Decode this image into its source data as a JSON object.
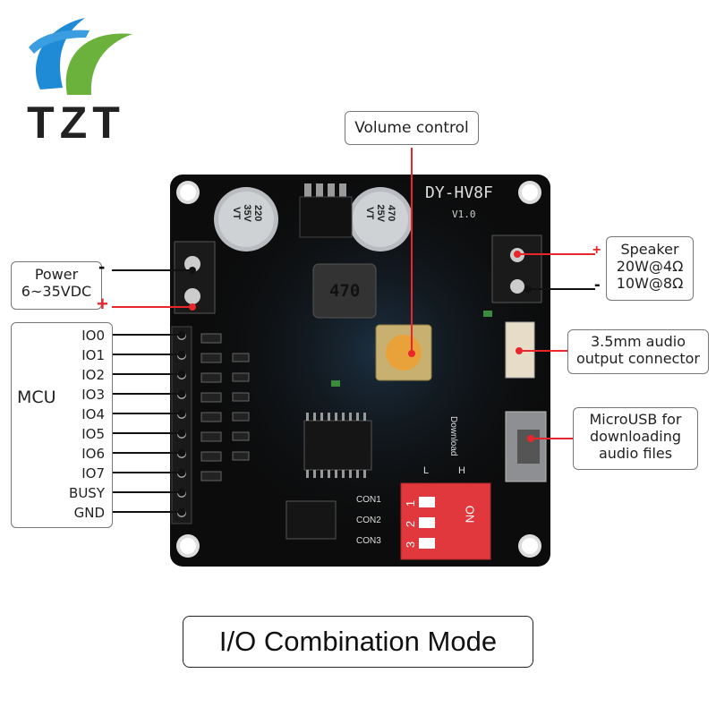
{
  "brand": {
    "name": "TZT"
  },
  "board": {
    "model": "DY-HV8F",
    "version": "V1.0",
    "inductor": "470",
    "cap1": [
      "220",
      "35V",
      "VT"
    ],
    "cap2": [
      "470",
      "25V",
      "VT"
    ],
    "download_label": "Download",
    "switch_labels": [
      "CON1",
      "CON2",
      "CON3"
    ],
    "switch_numbers": [
      "1",
      "2",
      "3"
    ],
    "switch_on": "ON",
    "l_label": "L",
    "h_label": "H"
  },
  "callouts": {
    "volume": "Volume control",
    "power_line1": "Power",
    "power_line2": "6~35VDC",
    "speaker_line1": "Speaker",
    "speaker_line2": "20W@4Ω",
    "speaker_line3": "10W@8Ω",
    "audio_line1": "3.5mm audio",
    "audio_line2": "output connector",
    "usb_line1": "MicroUSB for",
    "usb_line2": "downloading",
    "usb_line3": "audio files",
    "minus": "-",
    "plus": "+"
  },
  "mcu": {
    "label": "MCU",
    "pins": [
      "IO0",
      "IO1",
      "IO2",
      "IO3",
      "IO4",
      "IO5",
      "IO6",
      "IO7",
      "BUSY",
      "GND"
    ]
  },
  "caption": "I/O Combination Mode",
  "colors": {
    "board": "#0c0c0c",
    "red_line": "#e8262b",
    "switch": "#e0383c",
    "logo_green": "#6ab23c",
    "logo_blue": "#1f8ad6"
  }
}
